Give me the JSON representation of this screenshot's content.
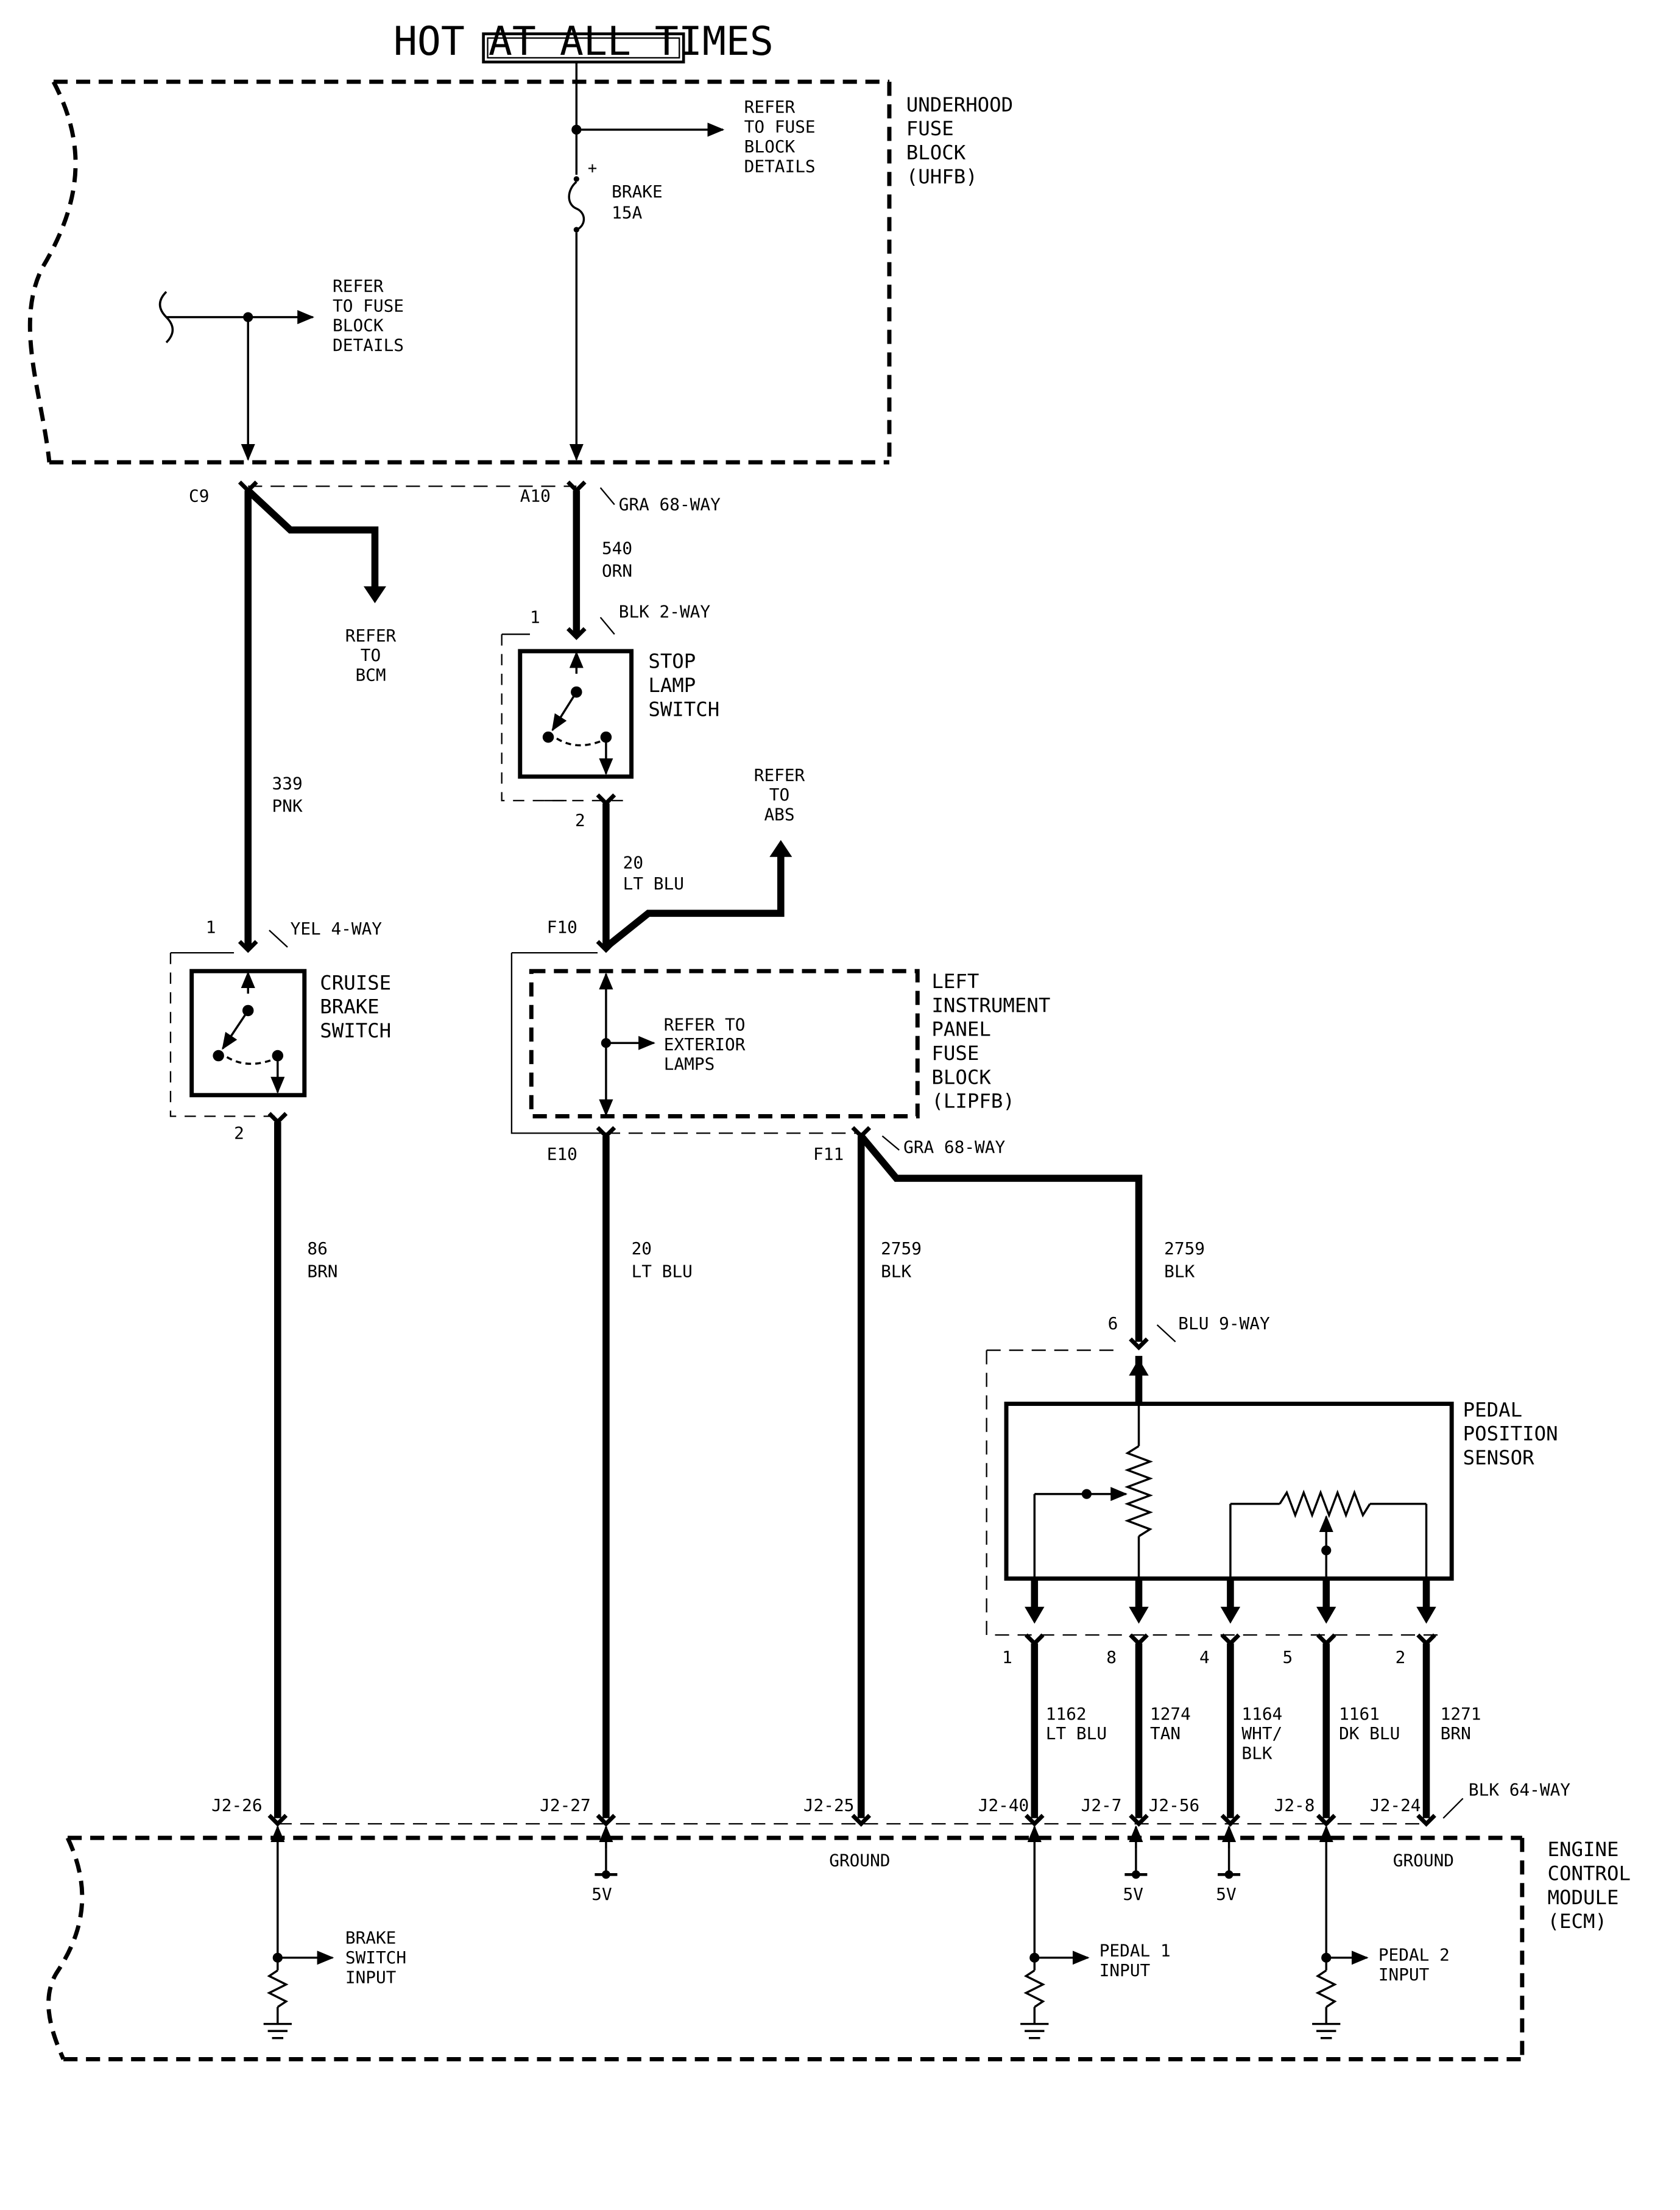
{
  "hot_label": "HOT AT ALL TIMES",
  "uhfb": {
    "title": [
      "UNDERHOOD",
      "FUSE",
      "BLOCK",
      "(UHFB)"
    ],
    "refer_1": [
      "REFER",
      "TO FUSE",
      "BLOCK",
      "DETAILS"
    ],
    "refer_2": [
      "REFER",
      "TO FUSE",
      "BLOCK",
      "DETAILS"
    ],
    "fuse_name": "BRAKE",
    "fuse_rating": "15A",
    "fuse_plus": "+"
  },
  "connectors": {
    "c9": "C9",
    "a10": "A10",
    "gra_68_a": "GRA 68-WAY",
    "blk_2way_pin1": "1",
    "blk_2way": "BLK 2-WAY",
    "stop_pin2": "2",
    "yel_pin1": "1",
    "yel_4way": "YEL 4-WAY",
    "cruise_pin2": "2",
    "f10": "F10",
    "e10": "E10",
    "f11": "F11",
    "gra_68_b": "GRA 68-WAY",
    "blu_pin6": "6",
    "blu_9way": "BLU 9-WAY",
    "pps_pins": [
      "1",
      "8",
      "4",
      "5",
      "2"
    ],
    "blk_64way": "BLK 64-WAY",
    "ecm_pins": [
      "J2-26",
      "J2-27",
      "J2-25",
      "J2-40",
      "J2-7",
      "J2-56",
      "J2-8",
      "J2-24"
    ]
  },
  "wires": {
    "w540": [
      "540",
      "ORN"
    ],
    "w339": [
      "339",
      "PNK"
    ],
    "w20a": [
      "20",
      "LT BLU"
    ],
    "w86": [
      "86",
      "BRN"
    ],
    "w20b": [
      "20",
      "LT BLU"
    ],
    "w2759a": [
      "2759",
      "BLK"
    ],
    "w2759b": [
      "2759",
      "BLK"
    ],
    "w1162": [
      "1162",
      "LT BLU"
    ],
    "w1274": [
      "1274",
      "TAN"
    ],
    "w1164": [
      "1164",
      "WHT/",
      "BLK"
    ],
    "w1161": [
      "1161",
      "DK BLU"
    ],
    "w1271": [
      "1271",
      "BRN"
    ]
  },
  "components": {
    "refer_bcm": [
      "REFER",
      "TO",
      "BCM"
    ],
    "stop_lamp": [
      "STOP",
      "LAMP",
      "SWITCH"
    ],
    "refer_abs": [
      "REFER",
      "TO",
      "ABS"
    ],
    "cruise": [
      "CRUISE",
      "BRAKE",
      "SWITCH"
    ],
    "lipfb_title": [
      "LEFT",
      "INSTRUMENT",
      "PANEL",
      "FUSE",
      "BLOCK",
      "(LIPFB)"
    ],
    "refer_ext": [
      "REFER TO",
      "EXTERIOR",
      "LAMPS"
    ],
    "pps": [
      "PEDAL",
      "POSITION",
      "SENSOR"
    ]
  },
  "ecm": {
    "title": [
      "ENGINE",
      "CONTROL",
      "MODULE",
      "(ECM)"
    ],
    "ground_1": "GROUND",
    "ground_2": "GROUND",
    "v5_1": "5V",
    "v5_2": "5V",
    "v5_3": "5V",
    "brake_input": [
      "BRAKE",
      "SWITCH",
      "INPUT"
    ],
    "pedal1": [
      "PEDAL 1",
      "INPUT"
    ],
    "pedal2": [
      "PEDAL 2",
      "INPUT"
    ]
  }
}
